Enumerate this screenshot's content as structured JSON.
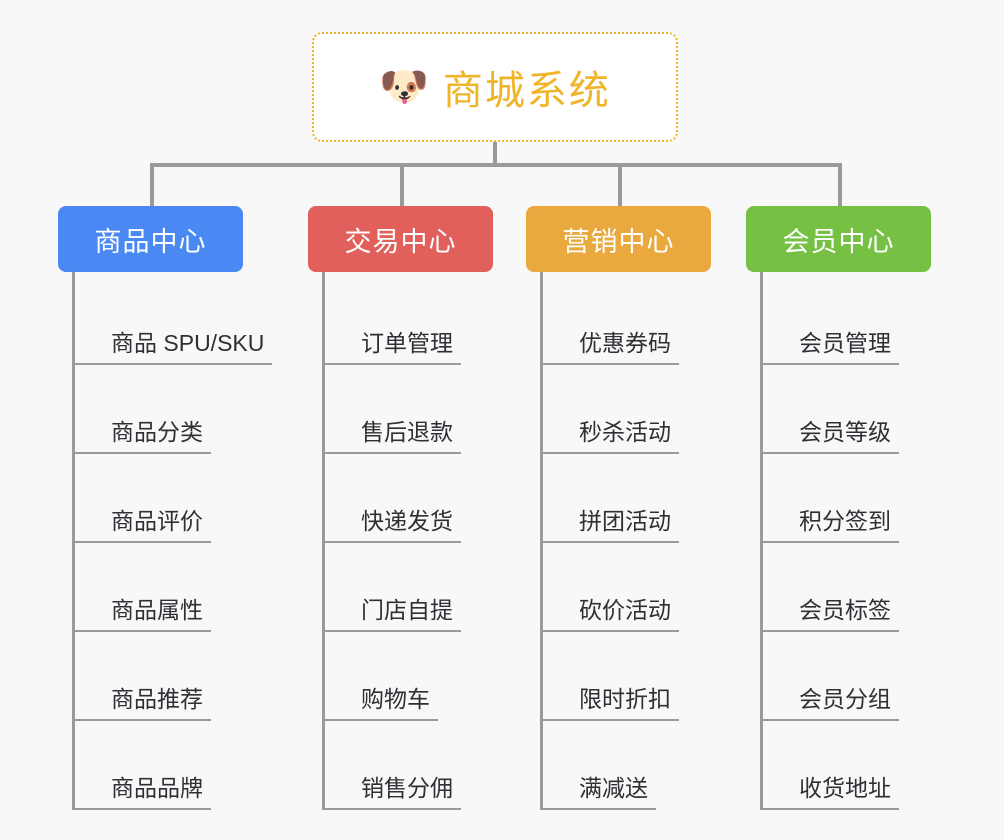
{
  "root": {
    "icon": "dog-face-emoji",
    "icon_glyph": "🐶",
    "title": "商城系统",
    "accent_color": "#f0b429",
    "border_style": "dotted"
  },
  "theme": {
    "background": "#f8f8f8",
    "connector_color": "#9a9a9a",
    "leaf_text_color": "#2f2f35"
  },
  "branches": [
    {
      "label": "商品中心",
      "color": "#4a89f3",
      "leaves": [
        {
          "label": "商品 SPU/SKU"
        },
        {
          "label": "商品分类"
        },
        {
          "label": "商品评价"
        },
        {
          "label": "商品属性"
        },
        {
          "label": "商品推荐"
        },
        {
          "label": "商品品牌"
        }
      ]
    },
    {
      "label": "交易中心",
      "color": "#e2605c",
      "leaves": [
        {
          "label": "订单管理"
        },
        {
          "label": "售后退款"
        },
        {
          "label": "快递发货"
        },
        {
          "label": "门店自提"
        },
        {
          "label": "购物车"
        },
        {
          "label": "销售分佣"
        }
      ]
    },
    {
      "label": "营销中心",
      "color": "#eaa93e",
      "leaves": [
        {
          "label": "优惠券码"
        },
        {
          "label": "秒杀活动"
        },
        {
          "label": "拼团活动"
        },
        {
          "label": "砍价活动"
        },
        {
          "label": "限时折扣"
        },
        {
          "label": "满减送"
        }
      ]
    },
    {
      "label": "会员中心",
      "color": "#76c044",
      "leaves": [
        {
          "label": "会员管理"
        },
        {
          "label": "会员等级"
        },
        {
          "label": "积分签到"
        },
        {
          "label": "会员标签"
        },
        {
          "label": "会员分组"
        },
        {
          "label": "收货地址"
        }
      ]
    }
  ]
}
